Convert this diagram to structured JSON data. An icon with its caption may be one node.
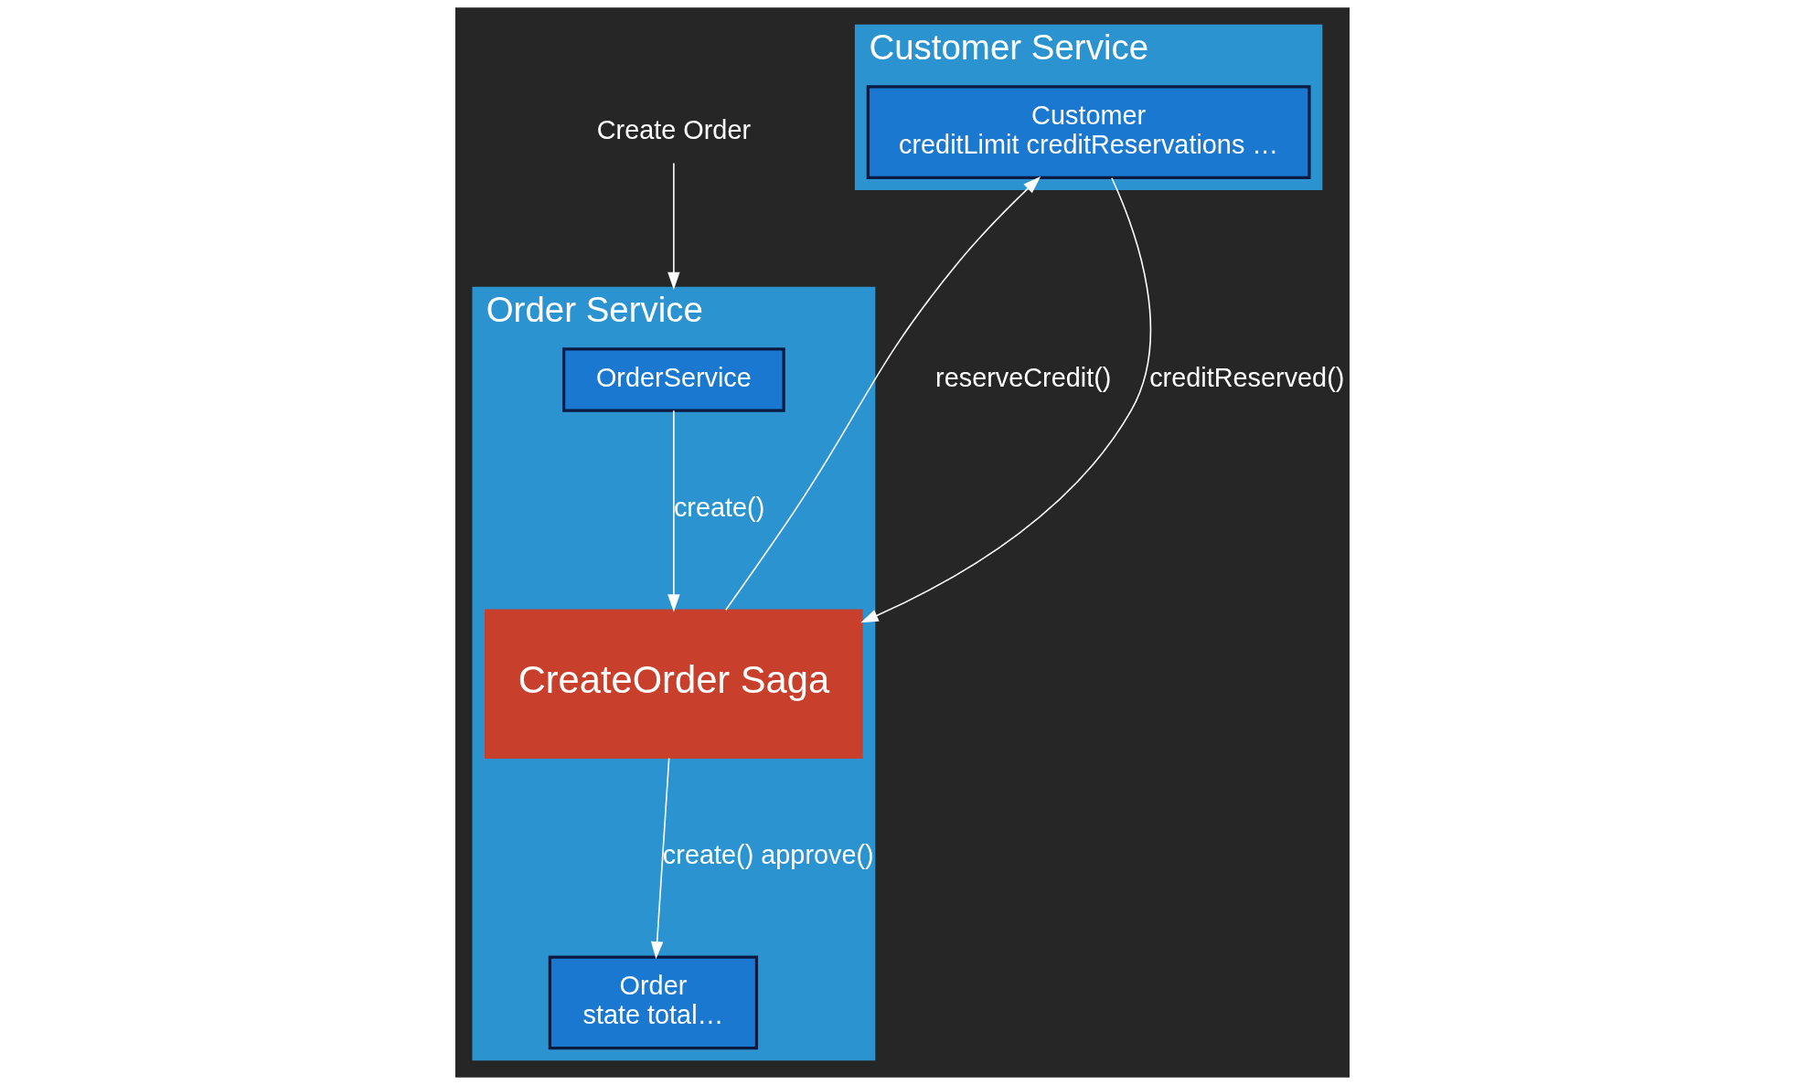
{
  "diagram": {
    "nodes": [
      {
        "text": [
          "Create Order"
        ]
      },
      {
        "text": [
          "Order Service"
        ]
      },
      {
        "text": [
          "OrderService"
        ],
        "in": 1
      },
      {
        "text": [
          "CreateOrder Saga"
        ],
        "in": 1
      },
      {
        "text": [
          "Order",
          "state total…"
        ],
        "in": 1
      },
      {
        "text": [
          "Customer Service"
        ]
      },
      {
        "text": [
          "Customer",
          "creditLimit creditReservations …"
        ],
        "in": 5
      }
    ],
    "edges": [
      {
        "from": 0,
        "to": 1,
        "arrow": "to"
      },
      {
        "from": 2,
        "to": 3,
        "label": "create()",
        "arrow": "to"
      },
      {
        "from": 3,
        "to": 4,
        "label": "create() approve()",
        "arrow": "to"
      },
      {
        "from": 3,
        "to": 6,
        "label": "reserveCredit()",
        "arrow": "to"
      },
      {
        "from": 6,
        "to": 3,
        "label": "creditReserved()",
        "arrow": "to"
      }
    ]
  }
}
